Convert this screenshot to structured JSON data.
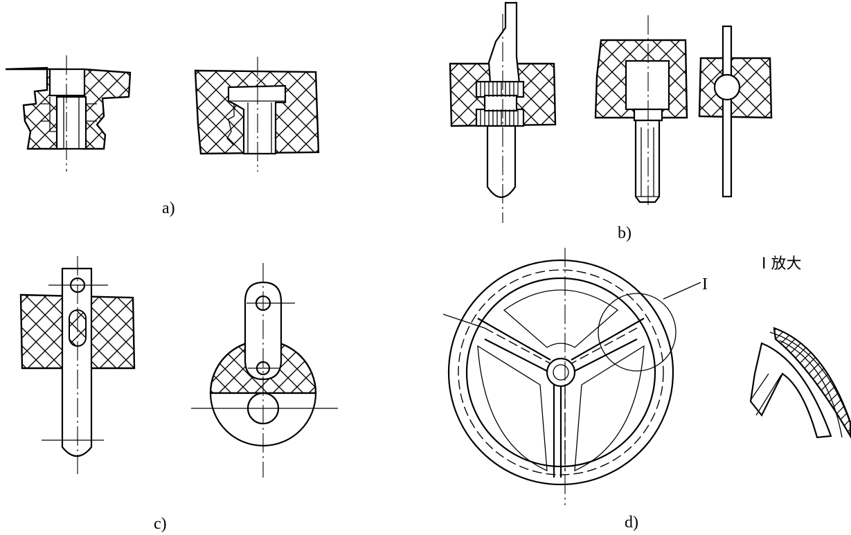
{
  "figure": {
    "labels": {
      "a": "a)",
      "b": "b)",
      "c": "c)",
      "d": "d)"
    },
    "detail_marker": "I",
    "detail_caption": "I 放大"
  },
  "colors": {
    "line": "#000000",
    "background": "#ffffff"
  }
}
